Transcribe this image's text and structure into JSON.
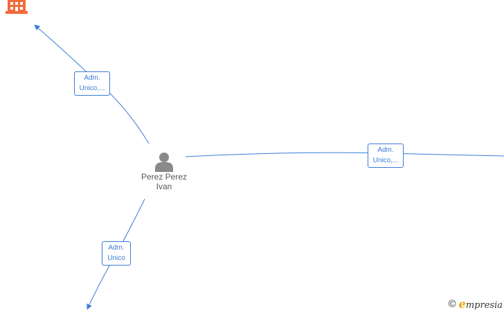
{
  "edges": {
    "top_label_line1": "Adm.",
    "top_label_line2": "Unico,...",
    "right_label_line1": "Adm.",
    "right_label_line2": "Unico,...",
    "bottom_label_line1": "Adm.",
    "bottom_label_line2": "Unico"
  },
  "person": {
    "name_line1": "Perez Perez",
    "name_line2": "Ivan",
    "icon": "person-icon"
  },
  "company": {
    "icon": "building-icon"
  },
  "watermark": {
    "symbol": "©",
    "brand_initial": "e",
    "brand_rest": "mpresia"
  },
  "colors": {
    "edge": "#3a7bd5",
    "company": "#f26b3a",
    "person": "#8a8a8a"
  }
}
